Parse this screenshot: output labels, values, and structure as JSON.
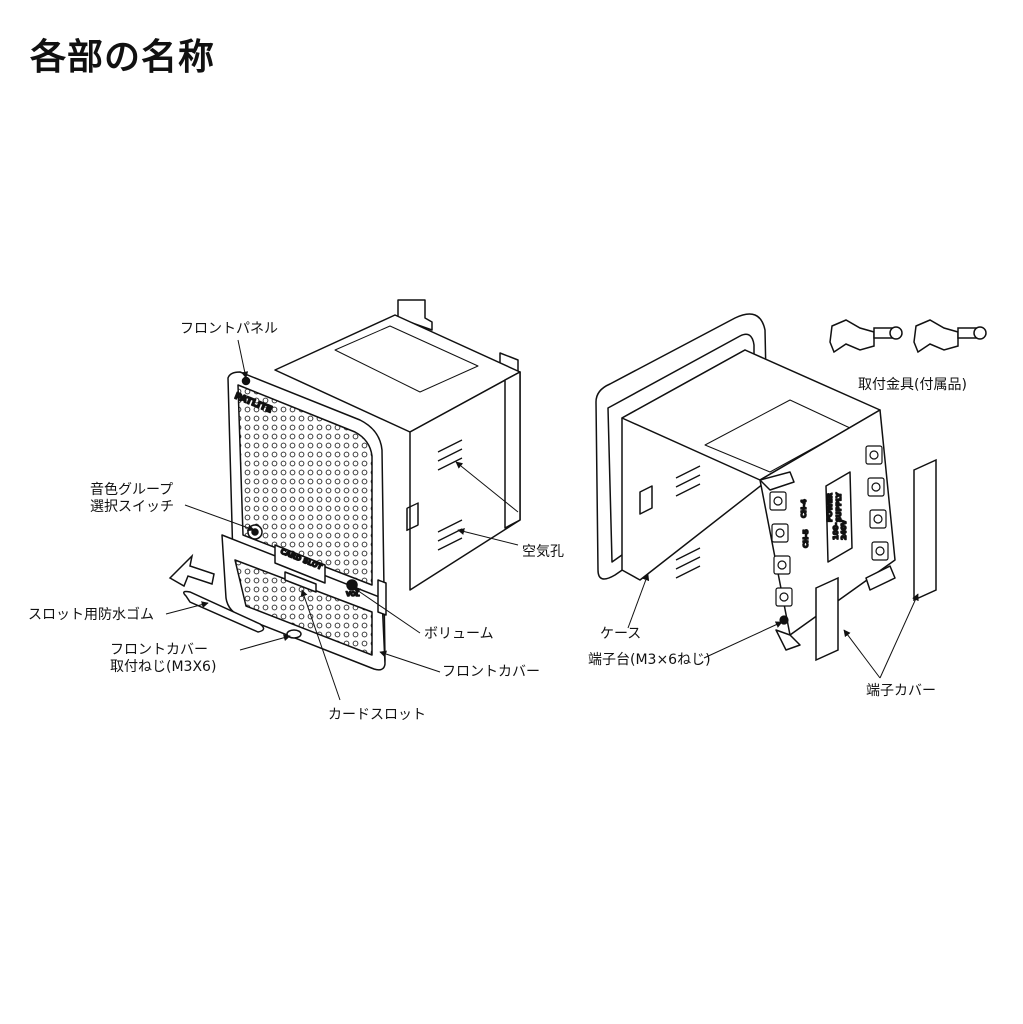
{
  "page": {
    "title": "各部の名称"
  },
  "device": {
    "brand": "PATLITE",
    "card_slot": "CARD SLOT",
    "vol": "VOL",
    "ch4": "CH-4",
    "ch5": "CH-5",
    "power_supply_1": "POWER",
    "power_supply_2": "SUPPLY",
    "voltage_1": "100-",
    "voltage_2": "240V"
  },
  "labels": {
    "front_panel": "フロントパネル",
    "tone_switch_1": "音色グループ",
    "tone_switch_2": "選択スイッチ",
    "air_holes": "空気孔",
    "slot_gasket": "スロット用防水ゴム",
    "front_cover_screw_1": "フロントカバー",
    "front_cover_screw_2": "取付ねじ(M3X6)",
    "volume": "ボリューム",
    "front_cover": "フロントカバー",
    "card_slot": "カードスロット",
    "mounting_bracket": "取付金具(付属品)",
    "case": "ケース",
    "terminal_block": "端子台(M3×6ねじ)",
    "terminal_cover": "端子カバー"
  }
}
